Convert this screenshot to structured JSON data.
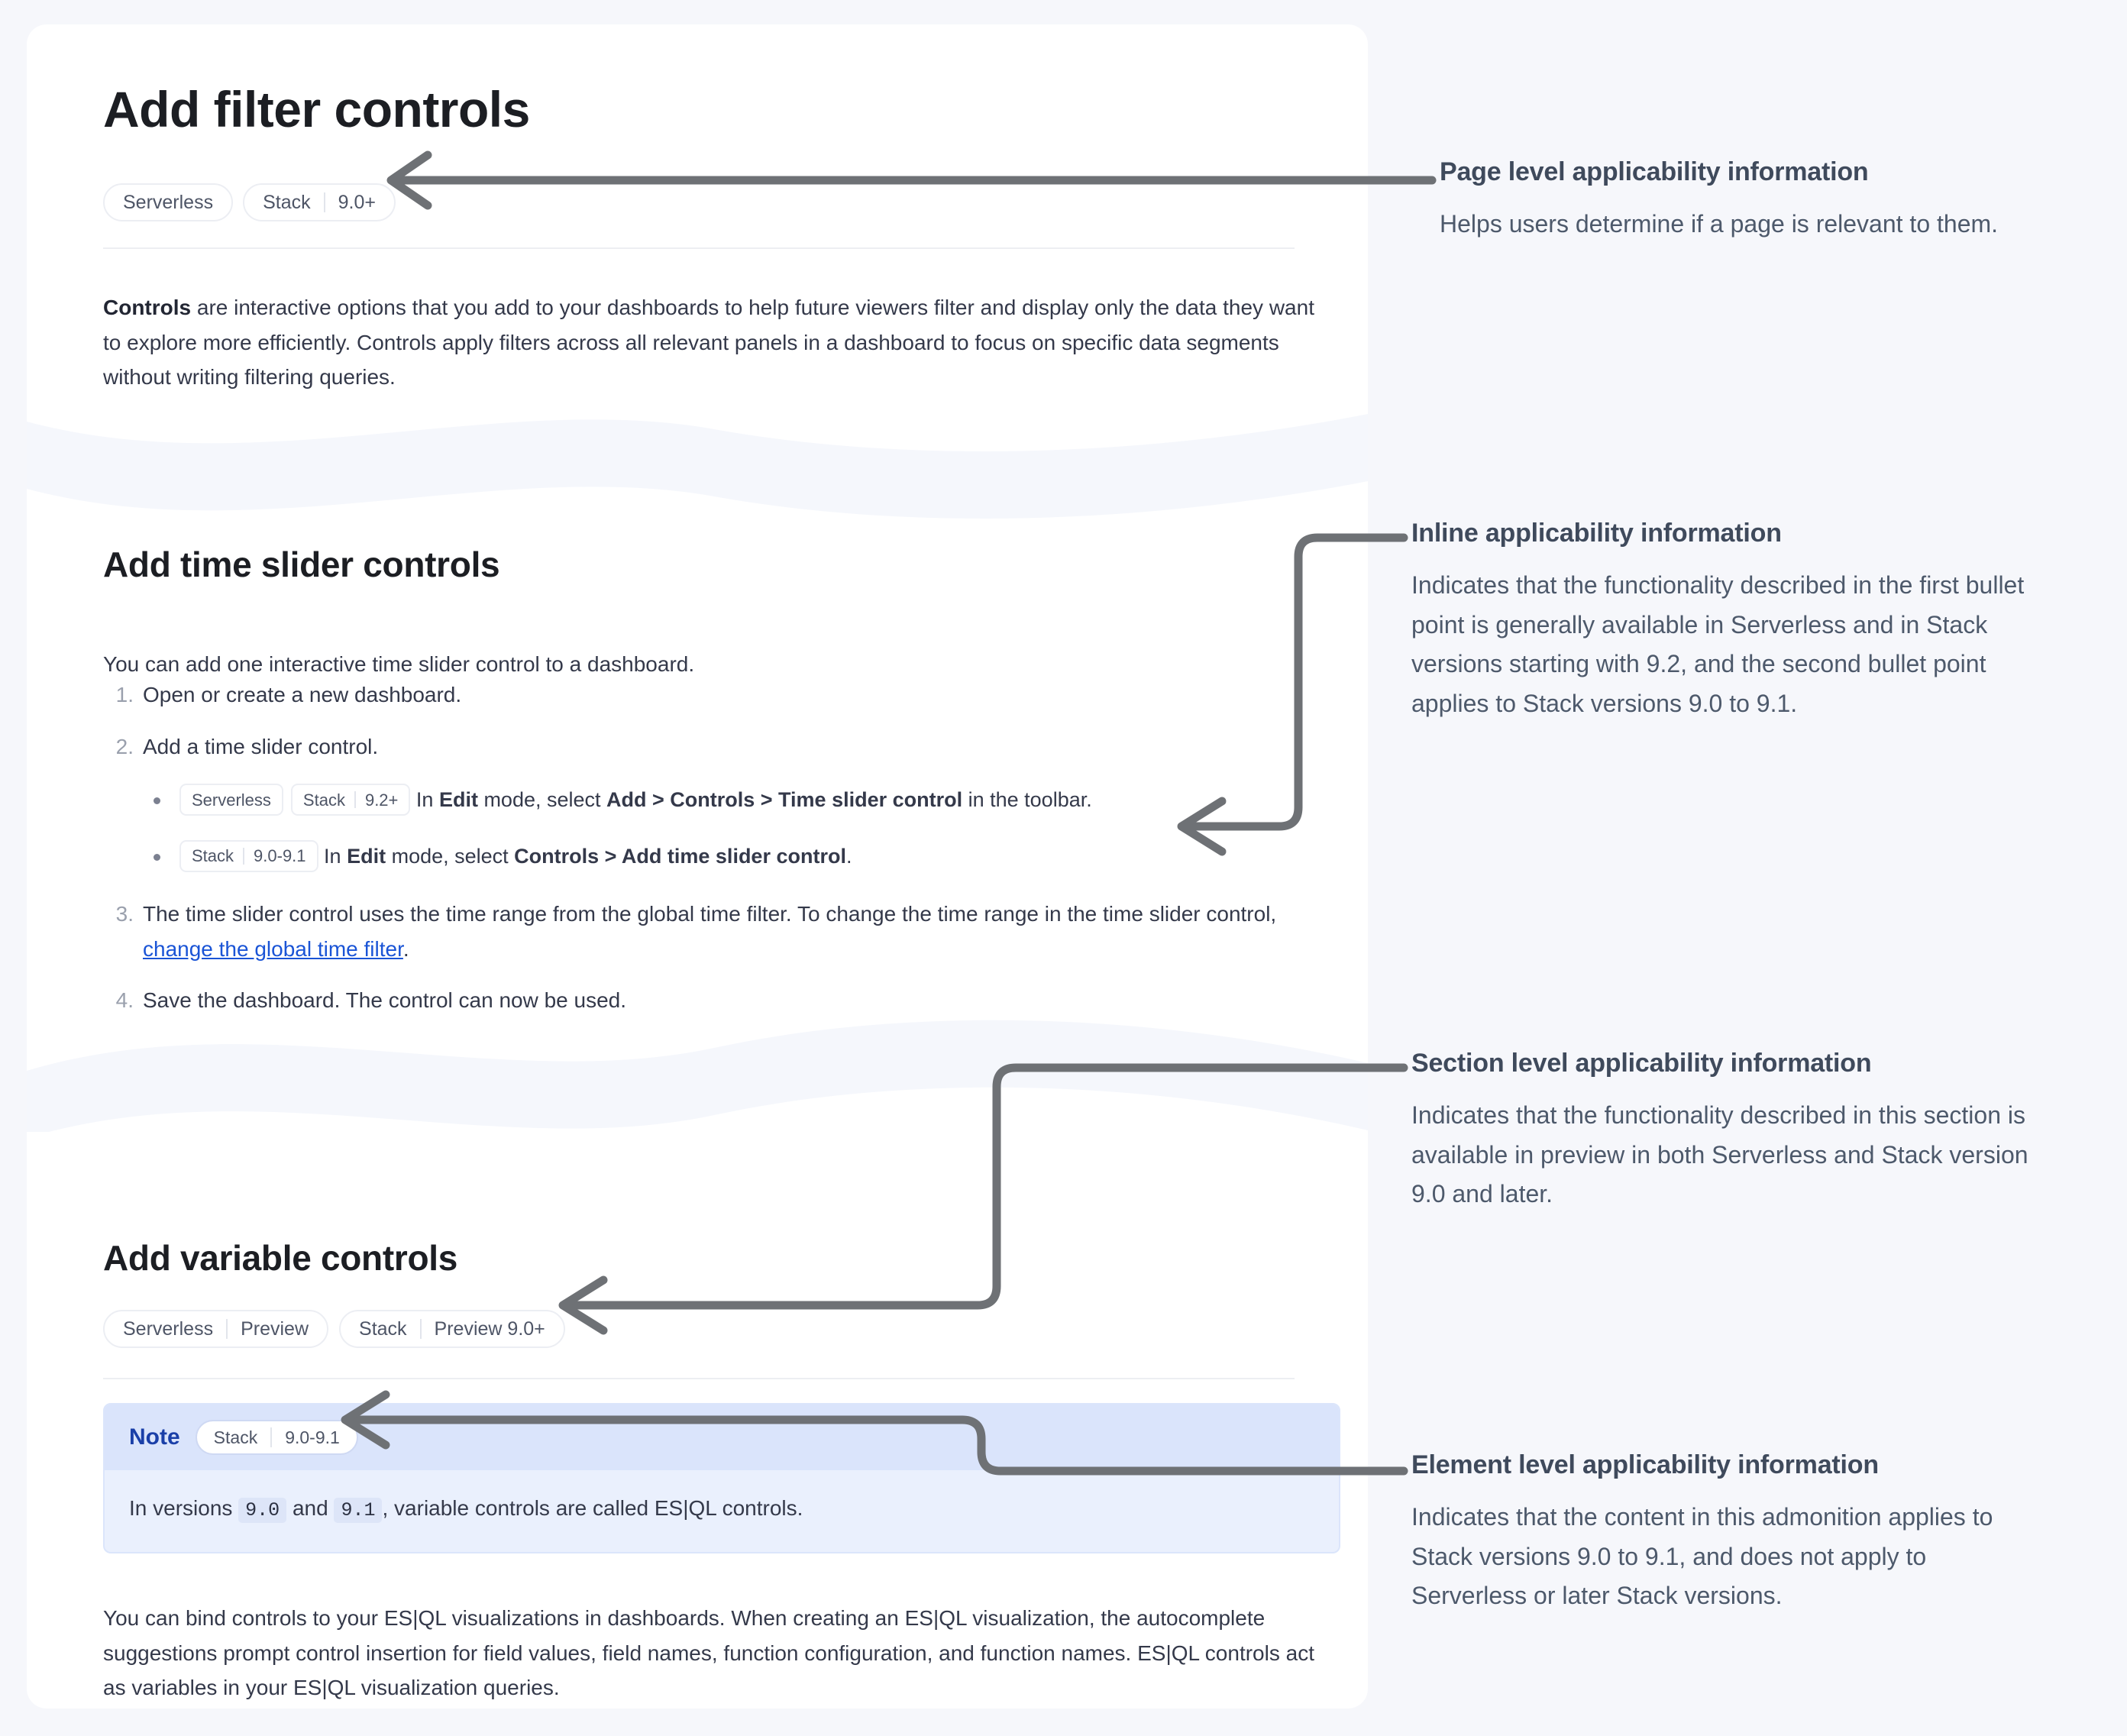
{
  "colors": {
    "page_background": "#f6f7fb",
    "panel_background": "#ffffff",
    "heading": "#1c1e23",
    "body_text": "#34394a",
    "link": "#1a54d6",
    "badge_text": "#4e5566",
    "badge_border": "#eceef3",
    "note_background": "#eaf0fd",
    "note_header_background": "#dae4fb",
    "note_label": "#1a3fa8",
    "annotation_title": "#3f4a5c",
    "annotation_body": "#4d596b",
    "connector_line": "#6e7175",
    "wave_fill": "#f5f7fc"
  },
  "document": {
    "page_title": "Add filter controls",
    "page_badges": [
      {
        "name": "serverless-badge",
        "segments": [
          "Serverless"
        ]
      },
      {
        "name": "stack-badge",
        "segments": [
          "Stack",
          "9.0+"
        ]
      }
    ],
    "intro": {
      "lead": "Controls",
      "rest": " are interactive options that you add to your dashboards to help future viewers filter and display only the data they want to explore more efficiently. Controls apply filters across all relevant panels in a dashboard to focus on specific data segments without writing filtering queries."
    },
    "section_time_slider": {
      "heading": "Add time slider controls",
      "intro": "You can add one interactive time slider control to a dashboard.",
      "steps": [
        {
          "num": "1.",
          "text": "Open or create a new dashboard."
        },
        {
          "num": "2.",
          "text": "Add a time slider control."
        },
        {
          "num": "3.",
          "text_before_link": "The time slider control uses the time range from the global time filter. To change the time range in the time slider control, ",
          "link_text": "change the global time filter",
          "text_after_link": "."
        },
        {
          "num": "4.",
          "text": "Save the dashboard. The control can now be used."
        }
      ],
      "sub_bullets": [
        {
          "badges": [
            {
              "name": "serverless-badge",
              "segments": [
                "Serverless"
              ]
            },
            {
              "name": "stack-badge",
              "segments": [
                "Stack",
                "9.2+"
              ]
            }
          ],
          "parts": [
            {
              "t": "In ",
              "b": false
            },
            {
              "t": "Edit",
              "b": true
            },
            {
              "t": " mode, select ",
              "b": false
            },
            {
              "t": "Add > Controls > Time slider control",
              "b": true
            },
            {
              "t": " in the toolbar.",
              "b": false
            }
          ]
        },
        {
          "badges": [
            {
              "name": "stack-badge",
              "segments": [
                "Stack",
                "9.0-9.1"
              ]
            }
          ],
          "parts": [
            {
              "t": "In ",
              "b": false
            },
            {
              "t": "Edit",
              "b": true
            },
            {
              "t": " mode, select ",
              "b": false
            },
            {
              "t": "Controls > Add time slider control",
              "b": true
            },
            {
              "t": ".",
              "b": false
            }
          ]
        }
      ]
    },
    "section_variable": {
      "heading": "Add variable controls",
      "badges": [
        {
          "name": "serverless-preview-badge",
          "segments": [
            "Serverless",
            "Preview"
          ]
        },
        {
          "name": "stack-preview-badge",
          "segments": [
            "Stack",
            "Preview 9.0+"
          ]
        }
      ],
      "note": {
        "label": "Note",
        "badge": {
          "name": "stack-badge",
          "segments": [
            "Stack",
            "9.0-9.1"
          ]
        },
        "body_parts": [
          {
            "t": "In versions ",
            "code": false
          },
          {
            "t": "9.0",
            "code": true
          },
          {
            "t": " and ",
            "code": false
          },
          {
            "t": "9.1",
            "code": true
          },
          {
            "t": ", variable controls are called ES|QL controls.",
            "code": false
          }
        ]
      },
      "paragraph": "You can bind controls to your ES|QL visualizations in dashboards. When creating an ES|QL visualization, the autocomplete suggestions prompt control insertion for field values, field names, function configuration, and function names. ES|QL controls act as variables in your ES|QL visualization queries."
    }
  },
  "annotations": [
    {
      "id": "page-level",
      "title": "Page level applicability information",
      "body": "Helps users determine if a page is relevant to them."
    },
    {
      "id": "inline",
      "title": "Inline applicability information",
      "body": "Indicates that the functionality described in the first bullet point is generally available in Serverless and in Stack versions starting with 9.2, and the second bullet point applies to Stack versions 9.0 to 9.1."
    },
    {
      "id": "section-level",
      "title": "Section level applicability information",
      "body": "Indicates that the functionality described in this section is available in preview in both Serverless and Stack version 9.0 and later."
    },
    {
      "id": "element-level",
      "title": "Element level applicability information",
      "body": "Indicates that the content in this admonition applies to Stack versions 9.0 to 9.1, and does not apply to Serverless or later Stack versions."
    }
  ]
}
